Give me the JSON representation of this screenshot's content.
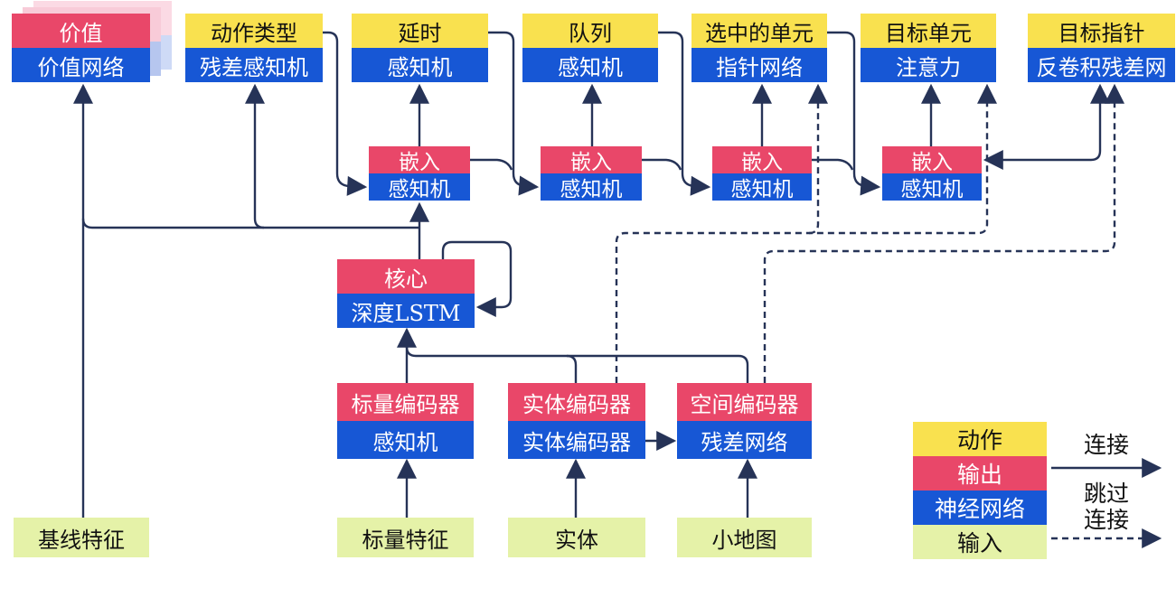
{
  "colors": {
    "action_yellow": "#F9E14F",
    "output_red": "#E94769",
    "network_blue": "#1757D5",
    "input_green": "#E5F2A8",
    "wire_navy": "#263357",
    "value_shadow_pink": "#F8CBD8",
    "value_shadow_blue": "#B6C6EF"
  },
  "nodes": {
    "value": {
      "top": "价值",
      "bottom": "价值网络"
    },
    "action_type": {
      "top": "动作类型",
      "bottom": "残差感知机"
    },
    "delay": {
      "top": "延时",
      "bottom": "感知机"
    },
    "queue": {
      "top": "队列",
      "bottom": "感知机"
    },
    "selected_units": {
      "top": "选中的单元",
      "bottom": "指针网络"
    },
    "target_unit": {
      "top": "目标单元",
      "bottom": "注意力"
    },
    "target_pointer": {
      "top": "目标指针",
      "bottom": "反卷积残差网"
    },
    "embed1": {
      "top": "嵌入",
      "bottom": "感知机"
    },
    "embed2": {
      "top": "嵌入",
      "bottom": "感知机"
    },
    "embed3": {
      "top": "嵌入",
      "bottom": "感知机"
    },
    "embed4": {
      "top": "嵌入",
      "bottom": "感知机"
    },
    "core": {
      "top": "核心",
      "bottom": "深度LSTM"
    },
    "scalar_encoder": {
      "top": "标量编码器",
      "bottom": "感知机"
    },
    "entity_encoder": {
      "top": "实体编码器",
      "bottom": "实体编码器"
    },
    "spatial_encoder": {
      "top": "空间编码器",
      "bottom": "残差网络"
    },
    "input_baseline": {
      "label": "基线特征"
    },
    "input_scalar": {
      "label": "标量特征"
    },
    "input_entity": {
      "label": "实体"
    },
    "input_minimap": {
      "label": "小地图"
    }
  },
  "legend": {
    "action": "动作",
    "output": "输出",
    "network": "神经网络",
    "input": "输入",
    "connection_label": "连接",
    "skip_label_line1": "跳过",
    "skip_label_line2": "连接"
  }
}
